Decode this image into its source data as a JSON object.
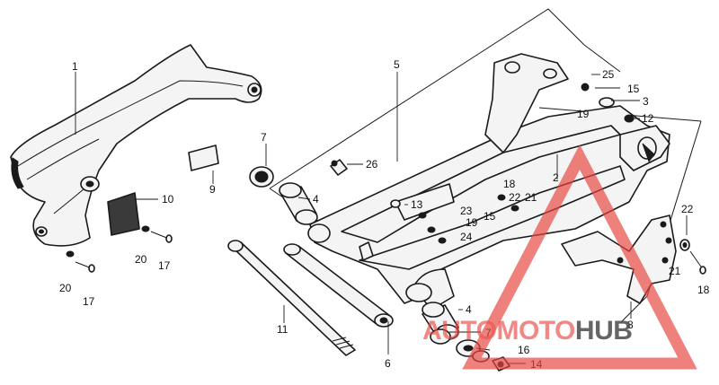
{
  "labels": {
    "l1": "1",
    "l2": "2",
    "l3": "3",
    "l4a": "4",
    "l4b": "4",
    "l5": "5",
    "l6": "6",
    "l7a": "7",
    "l7b": "7",
    "l8": "8",
    "l9": "9",
    "l10": "10",
    "l11": "11",
    "l12": "12",
    "l13": "13",
    "l14": "14",
    "l15a": "15",
    "l15b": "15",
    "l16": "16",
    "l17a": "17",
    "l17b": "17",
    "l18a": "18",
    "l18b": "18",
    "l19a": "19",
    "l19b": "19",
    "l20a": "20",
    "l20b": "20",
    "l21a": "21",
    "l21b": "21",
    "l22a": "22",
    "l22b": "22",
    "l23": "23",
    "l24": "24",
    "l25": "25",
    "l26": "26"
  },
  "watermark": {
    "part1": "AUTO",
    "part2": "MOTO",
    "part3": "HUB",
    "color_red": "#e8463f",
    "color_gray": "#555555"
  }
}
